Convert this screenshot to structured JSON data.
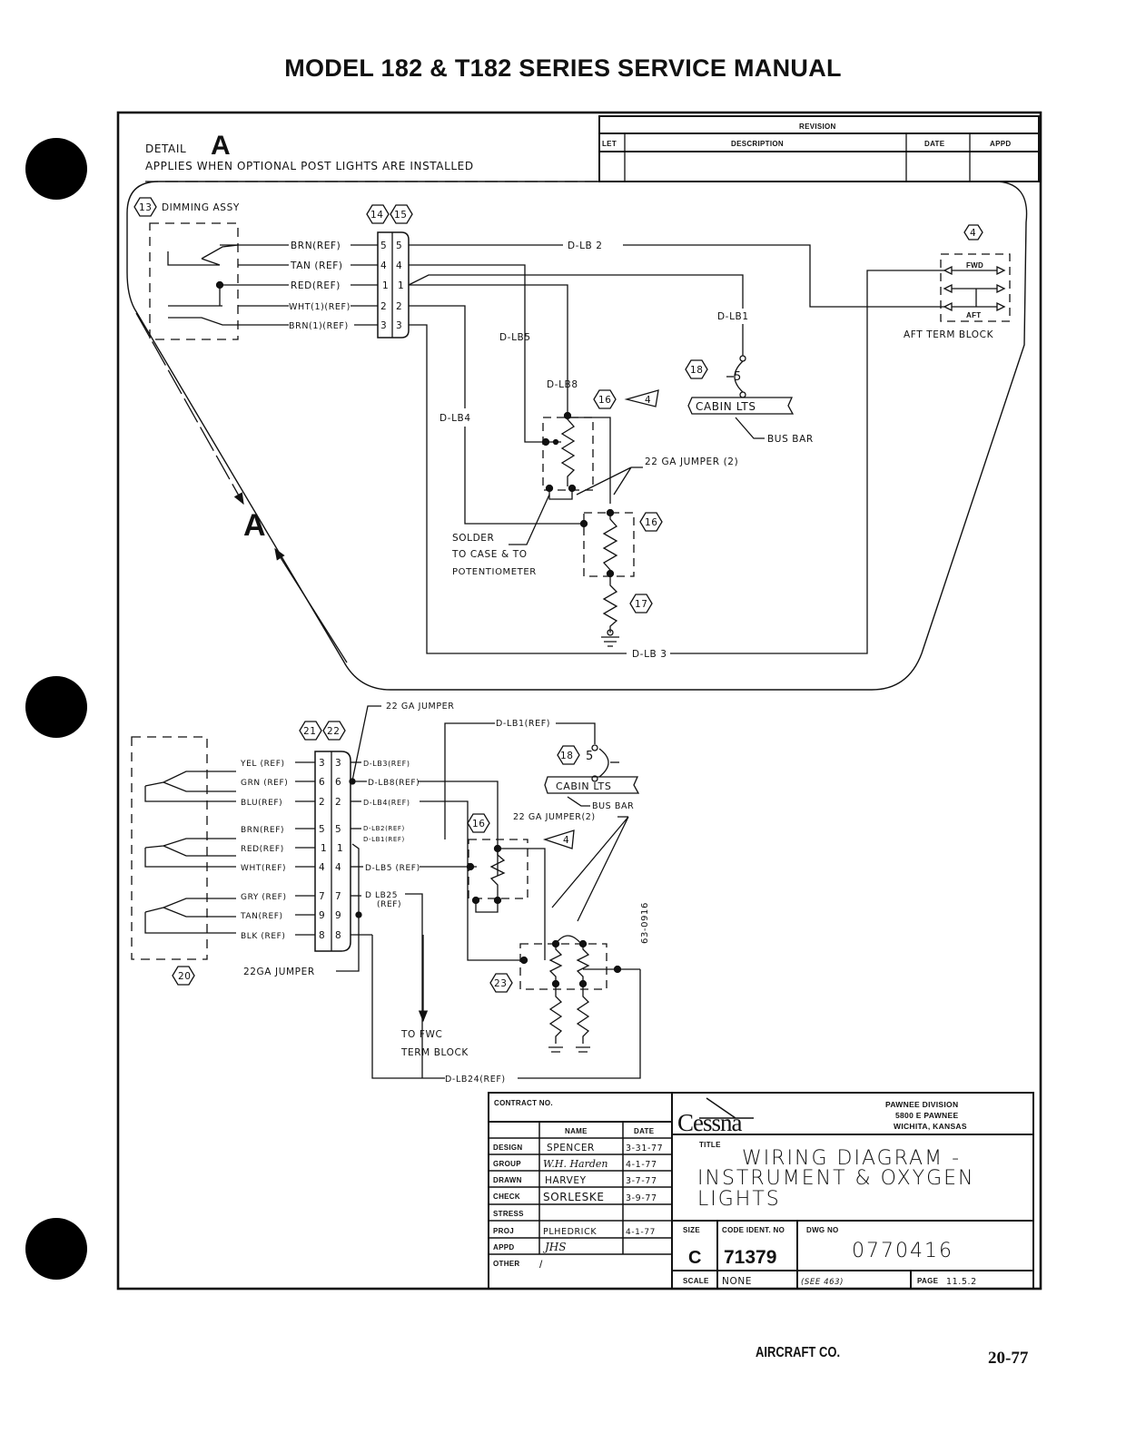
{
  "page": {
    "header": "MODEL 182 & T182 SERIES SERVICE MANUAL",
    "page_number": "20-77"
  },
  "detail": {
    "label": "DETAIL",
    "letter": "A",
    "note": "APPLIES WHEN OPTIONAL POST LIGHTS ARE INSTALLED",
    "view_letter": "A"
  },
  "revision_block": {
    "title": "REVISION",
    "columns": [
      "LET",
      "DESCRIPTION",
      "DATE",
      "APPD"
    ],
    "rows": []
  },
  "detail_a": {
    "dimming_assy": {
      "callout": "13",
      "label": "DIMMING ASSY"
    },
    "connector_callouts": [
      "14",
      "15"
    ],
    "wires": [
      {
        "label": "BRN(REF)",
        "pin_left": "5",
        "pin_right": "5"
      },
      {
        "label": "TAN (REF)",
        "pin_left": "4",
        "pin_right": "4"
      },
      {
        "label": "RED(REF)",
        "pin_left": "1",
        "pin_right": "1"
      },
      {
        "label": "WHT(1)(REF)",
        "pin_left": "2",
        "pin_right": "2"
      },
      {
        "label": "BRN(1)(REF)",
        "pin_left": "3",
        "pin_right": "3"
      }
    ],
    "wire_ids": {
      "lb2": "D-LB 2",
      "lb5": "D-LB5",
      "lb1": "D-LB1",
      "lb8": "D-LB8",
      "lb4": "D-LB4",
      "lb3": "D-LB 3"
    },
    "term_block": {
      "callout": "4",
      "fwd": "FWD",
      "aft": "AFT",
      "label": "AFT TERM BLOCK"
    },
    "cabin_lts": {
      "callout": "18",
      "pin": "5",
      "label": "CABIN LTS",
      "bus_label": "BUS BAR"
    },
    "pot_callout_1": "16",
    "pot_callout_2": "16",
    "resistor_callout": "17",
    "flag_note": "4",
    "jumper_note": "22 GA JUMPER (2)",
    "solder_note": [
      "SOLDER",
      "TO CASE & TO",
      "POTENTIOMETER"
    ]
  },
  "main_diagram": {
    "connector_callouts": [
      "21",
      "22"
    ],
    "harness_callout": "20",
    "jumper_top": "22 GA JUMPER",
    "jumper_bottom": "22GA JUMPER",
    "wires": [
      {
        "label": "YEL (REF)",
        "pin_left": "3",
        "pin_right": "3",
        "out": "D-LB3(REF)"
      },
      {
        "label": "GRN (REF)",
        "pin_left": "6",
        "pin_right": "6",
        "out": "D-LB8(REF)"
      },
      {
        "label": "BLU(REF)",
        "pin_left": "2",
        "pin_right": "2",
        "out": "D-LB4(REF)"
      },
      {
        "label": "BRN(REF)",
        "pin_left": "5",
        "pin_right": "5",
        "out": "D-LB2(REF)"
      },
      {
        "label": "RED(REF)",
        "pin_left": "1",
        "pin_right": "1",
        "out": "D-LB1(REF)"
      },
      {
        "label": "WHT(REF)",
        "pin_left": "4",
        "pin_right": "4",
        "out": "D-LB5 (REF)"
      },
      {
        "label": "GRY (REF)",
        "pin_left": "7",
        "pin_right": "7",
        "out": "D LB25"
      },
      {
        "label": "TAN(REF)",
        "pin_left": "9",
        "pin_right": "9",
        "out": "(REF)"
      },
      {
        "label": "BLK (REF)",
        "pin_left": "8",
        "pin_right": "8",
        "out": ""
      }
    ],
    "lb1_ref": "D-LB1(REF)",
    "cabin_lts": {
      "callout": "18",
      "pin": "5",
      "label": "CABIN LTS",
      "bus_label": "BUS BAR"
    },
    "pot_callout": "16",
    "dual_pot_callout": "23",
    "flag_note": "4",
    "jumper_note": "22 GA JUMPER(2)",
    "fwd_note": [
      "TO FWC",
      "TERM BLOCK"
    ],
    "lb24": "D-LB24(REF)",
    "drawing_code": "63-0916"
  },
  "title_block": {
    "contract_label": "CONTRACT NO.",
    "name_header": "NAME",
    "date_header": "DATE",
    "rows": [
      {
        "role": "DESIGN",
        "name": "SPENCER",
        "date": "3-31-77"
      },
      {
        "role": "GROUP",
        "name": "W.H. Harden",
        "date": "4-1-77"
      },
      {
        "role": "DRAWN",
        "name": "HARVEY",
        "date": "3-7-77"
      },
      {
        "role": "CHECK",
        "name": "SORLESKE",
        "date": "3-9-77"
      },
      {
        "role": "STRESS",
        "name": "",
        "date": ""
      },
      {
        "role": "PROJ",
        "name": "PLHEDRICK",
        "date": "4-1-77"
      },
      {
        "role": "APPD",
        "name": "JHS",
        "date": ""
      },
      {
        "role": "OTHER",
        "name": "/",
        "date": ""
      }
    ],
    "company": "Cessna",
    "company_suffix": "AIRCRAFT CO.",
    "division": [
      "PAWNEE DIVISION",
      "5800 E PAWNEE",
      "WICHITA, KANSAS"
    ],
    "title_label": "TITLE",
    "title_lines": [
      "WIRING DIAGRAM -",
      "INSTRUMENT & OXYGEN",
      "LIGHTS"
    ],
    "size_label": "SIZE",
    "size": "C",
    "code_ident_label": "CODE IDENT. NO",
    "code_ident": "71379",
    "dwg_no_label": "DWG NO",
    "dwg_no": "0770416",
    "scale_label": "SCALE",
    "scale": "NONE",
    "ref": "(SEE 463)",
    "page_label": "PAGE",
    "page": "11.5.2"
  }
}
